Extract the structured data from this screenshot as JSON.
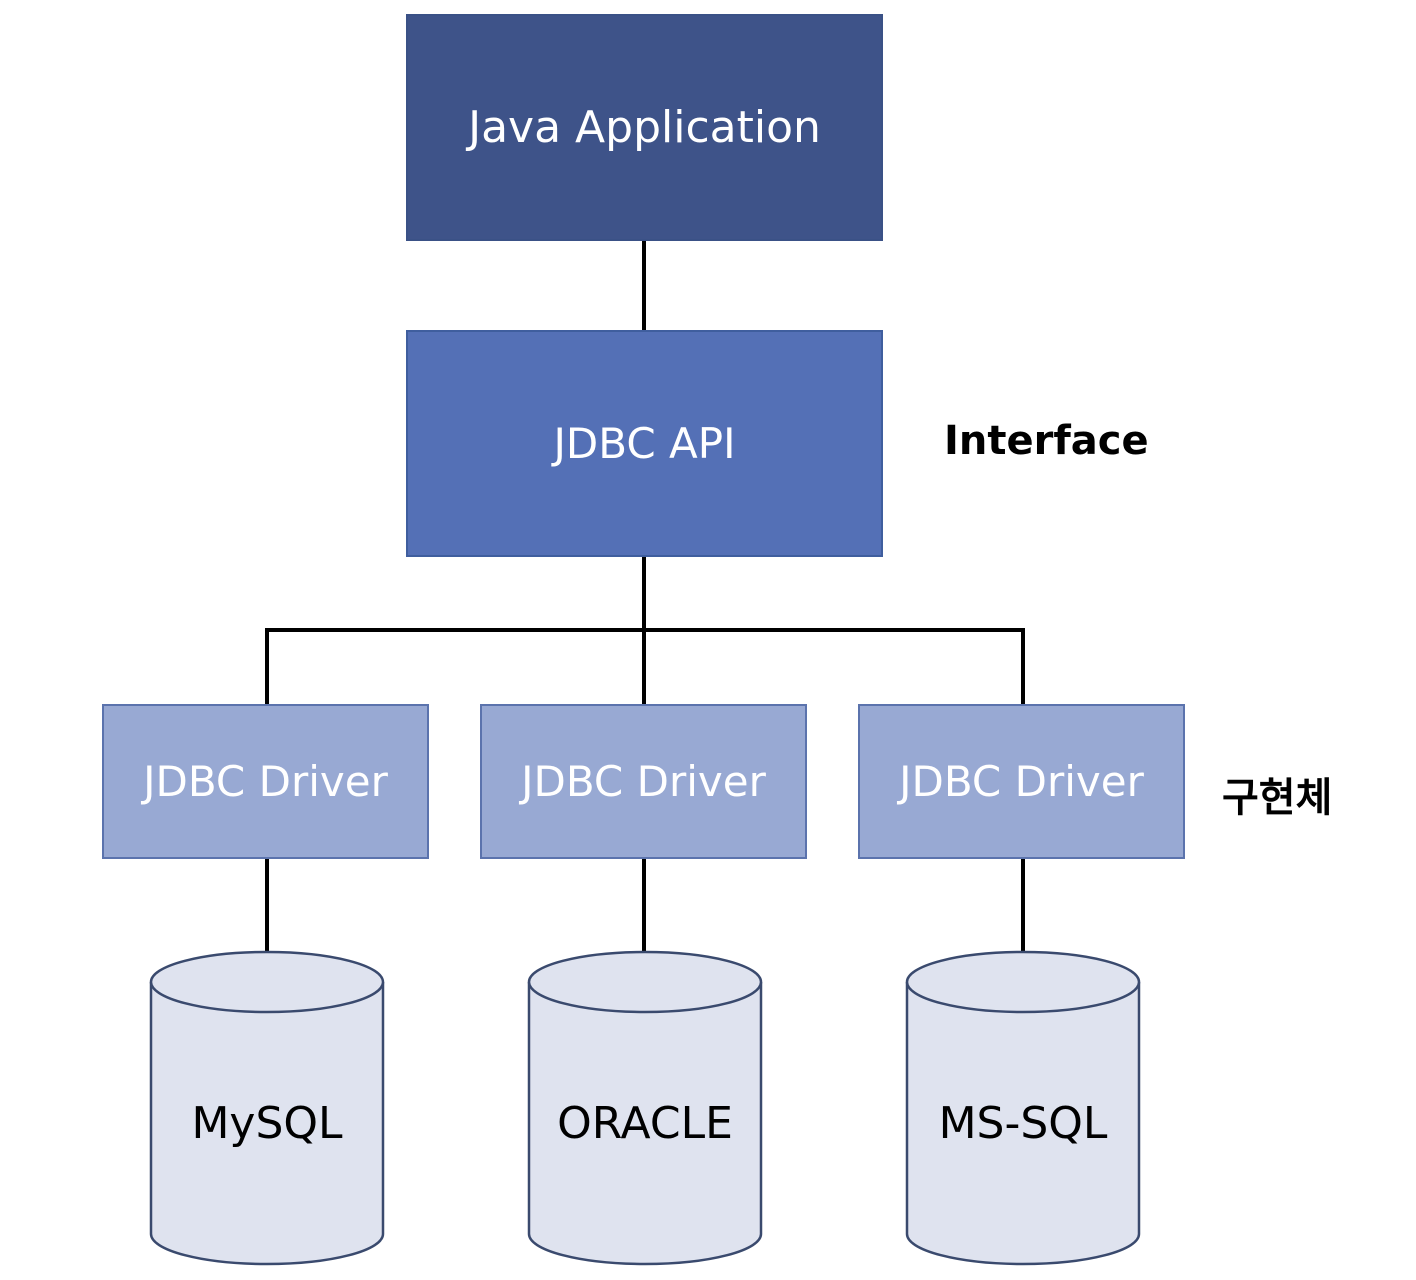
{
  "colors": {
    "app_box": "#3e5389",
    "api_box": "#5470b6",
    "driver_box": "#98a9d3",
    "database": "#dfe3ef",
    "box_text": "#ffffff",
    "line": "#000000"
  },
  "app": {
    "label": "Java Application"
  },
  "api": {
    "label": "JDBC API"
  },
  "labels": {
    "interface": "Interface",
    "implementation": "구현체"
  },
  "drivers": [
    {
      "label": "JDBC Driver"
    },
    {
      "label": "JDBC Driver"
    },
    {
      "label": "JDBC Driver"
    }
  ],
  "databases": [
    {
      "label": "MySQL"
    },
    {
      "label": "ORACLE"
    },
    {
      "label": "MS-SQL"
    }
  ]
}
